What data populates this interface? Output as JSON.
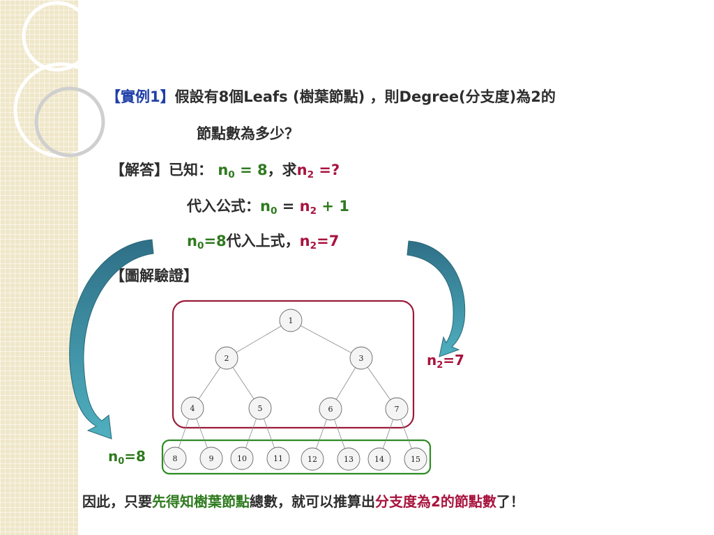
{
  "question": {
    "bracket_label": "【實例1】",
    "text_a": "假設有8個",
    "leafs": "Leafs",
    "paren": " (樹葉節點)",
    "text_b": " ，則Degree(分支度)為2的",
    "line2": "節點數為多少？"
  },
  "answer": {
    "label": "【解答】",
    "known": "已知：",
    "known_eq_n": "n",
    "known_eq_sub": "0",
    "known_eq_rest": " = 8",
    "comma_ask": "，求",
    "ask_n": "n",
    "ask_sub": "2",
    "ask_rest": " =?"
  },
  "formula": {
    "label": "代入公式：",
    "n0": "n",
    "n0_sub": "0",
    "eq": " = ",
    "n2": "n",
    "n2_sub": "2",
    "plus_one": " + 1"
  },
  "substitute": {
    "n0": "n",
    "n0_sub": "0",
    "eq8": "=8",
    "text": "代入上式，",
    "n2": "n",
    "n2_sub": "2",
    "eq7": "=7"
  },
  "verify_label": "【圖解驗證】",
  "tree": {
    "internal_nodes": [
      "1",
      "2",
      "3",
      "4",
      "5",
      "6",
      "7"
    ],
    "leaf_nodes": [
      "8",
      "9",
      "10",
      "11",
      "12",
      "13",
      "14",
      "15"
    ]
  },
  "labels": {
    "n2_n": "n",
    "n2_sub": "2",
    "n2_val": "=7",
    "n0_n": "n",
    "n0_sub": "0",
    "n0_val": "=8"
  },
  "conclusion": {
    "part1": "因此，只要",
    "part2": "先得知樹葉節點",
    "part3": "總數，就可以推算出",
    "part4": "分支度為2的節點數",
    "part5": "了！"
  },
  "colors": {
    "internal_box": "#9b1b3a",
    "leaf_box": "#2e8b24",
    "arrow": "#3a93a6",
    "blue_text": "#1f3fa8",
    "green_text": "#2e7a1e",
    "red_text": "#a8133d"
  }
}
